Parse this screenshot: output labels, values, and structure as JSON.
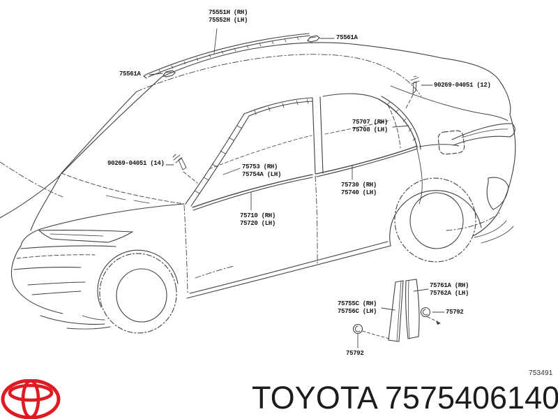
{
  "figure": {
    "figure_code": "753491",
    "footer": {
      "brand": "TOYOTA",
      "part_number": "7575406140"
    },
    "callouts": {
      "roof_drip_molding": {
        "line1": "75551H (RH)",
        "line2": "75552H (LH)"
      },
      "roof_molding_clip_front": {
        "line1": "75561A"
      },
      "roof_molding_clip_rear": {
        "line1": "75561A"
      },
      "screw_rear": {
        "line1": "90269-04051 (12)"
      },
      "quarter_window_molding": {
        "line1": "75707 (RH)",
        "line2": "75708 (LH)"
      },
      "screw_front": {
        "line1": "90269-04051 (14)"
      },
      "front_window_frame_molding": {
        "line1": "75753 (RH)",
        "line2": "75754A (LH)"
      },
      "rear_belt_molding": {
        "line1": "75730 (RH)",
        "line2": "75740 (LH)"
      },
      "front_belt_molding": {
        "line1": "75710 (RH)",
        "line2": "75720 (LH)"
      },
      "rear_pillar_molding": {
        "line1": "75761A (RH)",
        "line2": "75762A (LH)"
      },
      "front_pillar_molding": {
        "line1": "75755C (RH)",
        "line2": "75756C (LH)"
      },
      "grommet_upper": {
        "line1": "75792"
      },
      "grommet_lower": {
        "line1": "75792"
      }
    },
    "colors": {
      "line": "#3f3f3f",
      "logo_red": "#e01a22"
    }
  }
}
